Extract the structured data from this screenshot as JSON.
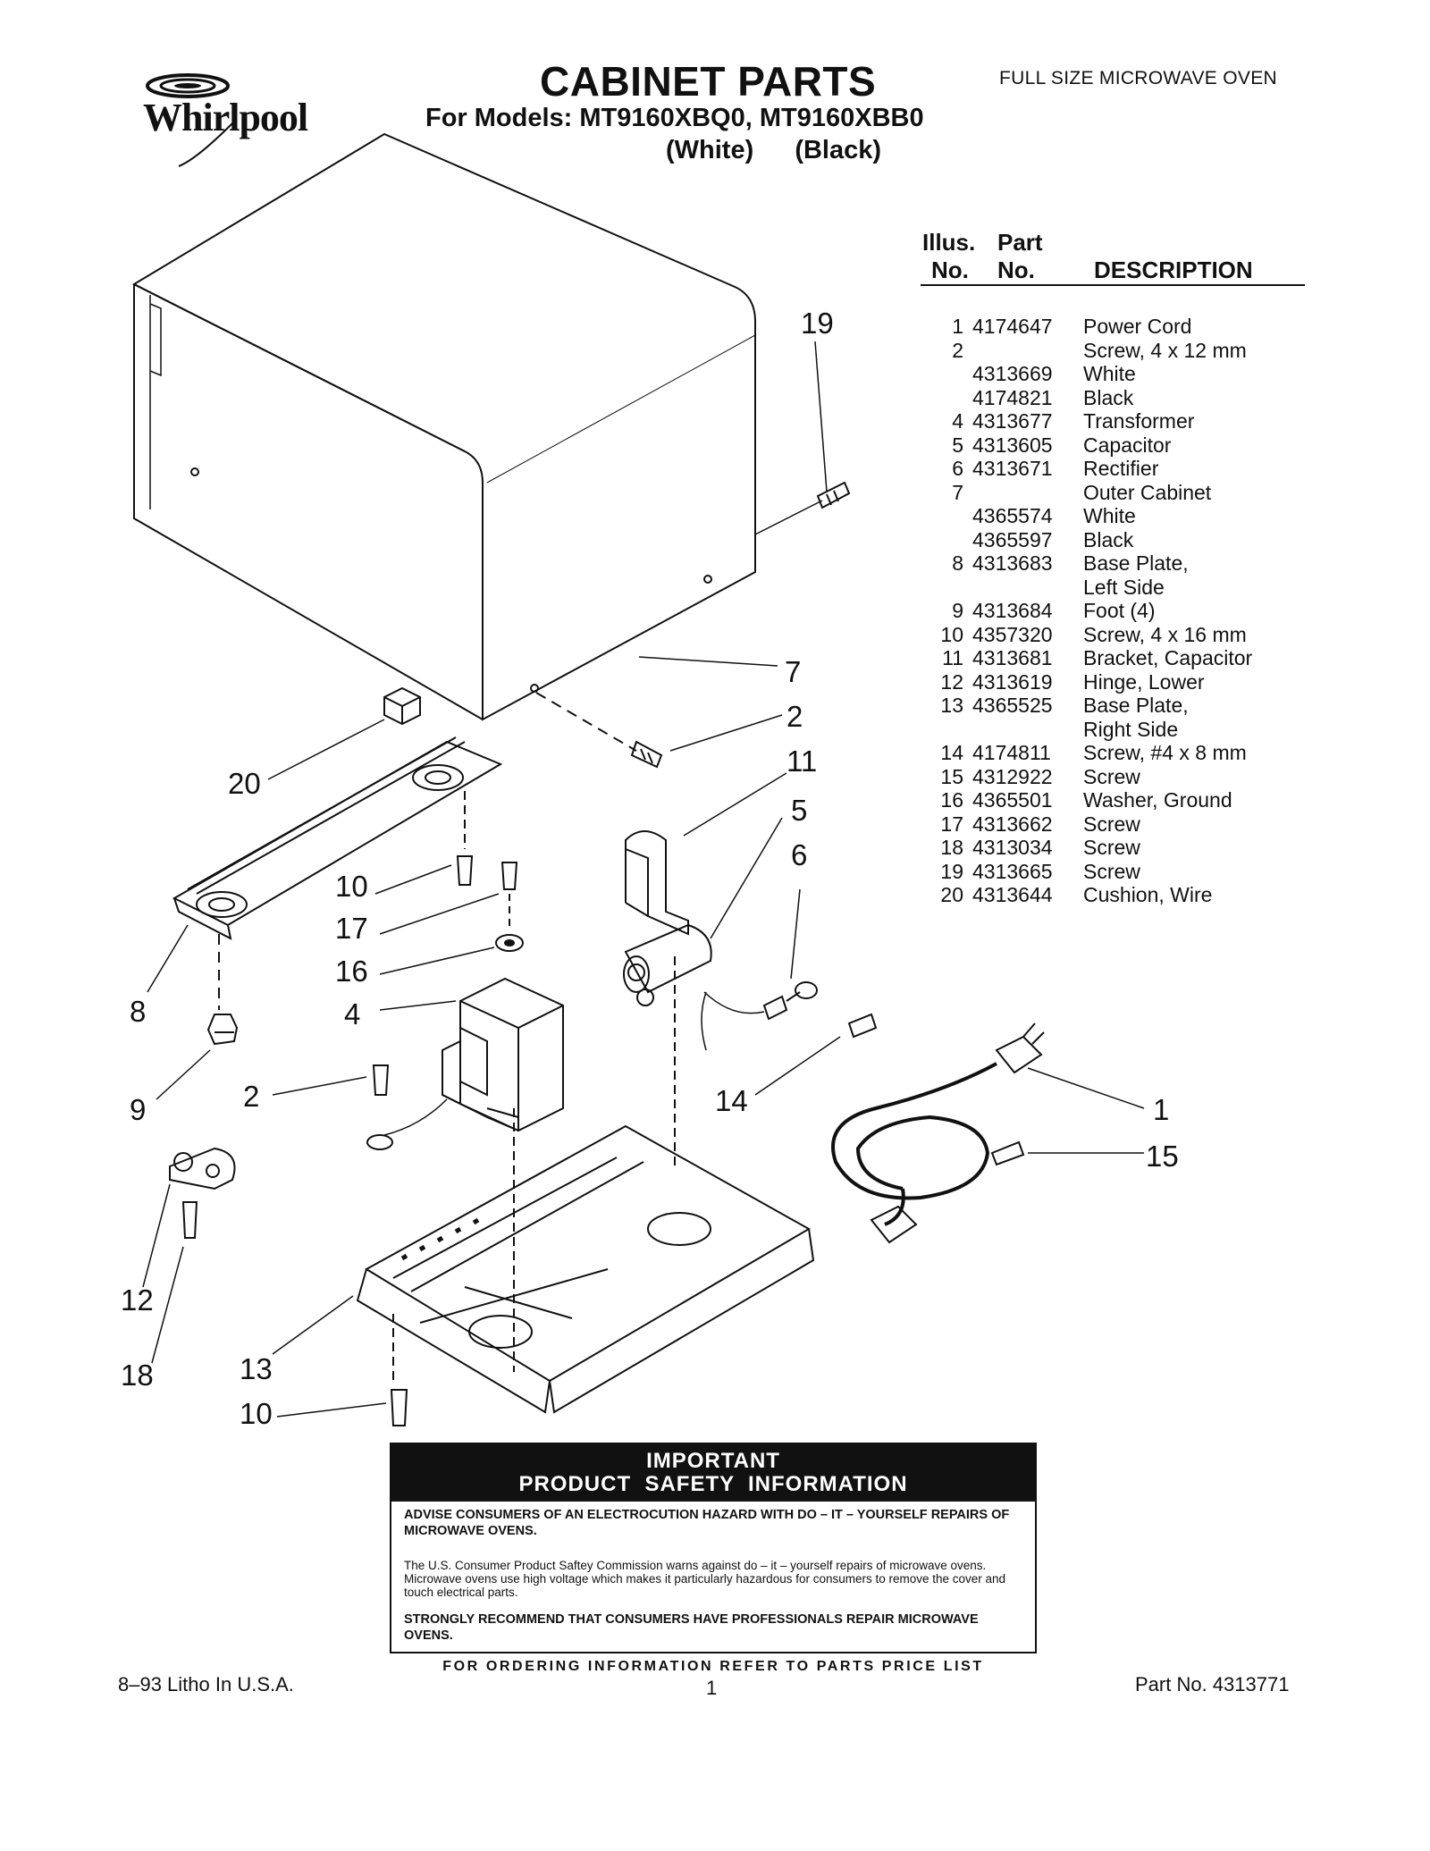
{
  "header": {
    "brand": "Whirlpool",
    "title": "CABINET PARTS",
    "models_line": "For Models: MT9160XBQ0, MT9160XBB0",
    "color_white": "(White)",
    "color_black": "(Black)",
    "doc_type": "FULL SIZE MICROWAVE OVEN"
  },
  "parts_table": {
    "headers": {
      "illus": "Illus.",
      "illus_no": "No.",
      "part": "Part",
      "part_no": "No.",
      "description": "DESCRIPTION"
    },
    "rows": [
      {
        "no": "1",
        "part": "4174647",
        "desc": "Power Cord"
      },
      {
        "no": "2",
        "part": "",
        "desc": "Screw, 4 x 12 mm"
      },
      {
        "no": "",
        "part": "4313669",
        "desc": "White"
      },
      {
        "no": "",
        "part": "4174821",
        "desc": "Black"
      },
      {
        "no": "4",
        "part": "4313677",
        "desc": "Transformer"
      },
      {
        "no": "5",
        "part": "4313605",
        "desc": "Capacitor"
      },
      {
        "no": "6",
        "part": "4313671",
        "desc": "Rectifier"
      },
      {
        "no": "7",
        "part": "",
        "desc": "Outer Cabinet"
      },
      {
        "no": "",
        "part": "4365574",
        "desc": "White"
      },
      {
        "no": "",
        "part": "4365597",
        "desc": "Black"
      },
      {
        "no": "8",
        "part": "4313683",
        "desc": "Base Plate,"
      },
      {
        "no": "",
        "part": "",
        "desc": "Left Side"
      },
      {
        "no": "9",
        "part": "4313684",
        "desc": "Foot (4)"
      },
      {
        "no": "10",
        "part": "4357320",
        "desc": "Screw, 4 x 16 mm"
      },
      {
        "no": "11",
        "part": "4313681",
        "desc": "Bracket, Capacitor"
      },
      {
        "no": "12",
        "part": "4313619",
        "desc": "Hinge, Lower"
      },
      {
        "no": "13",
        "part": "4365525",
        "desc": "Base Plate,"
      },
      {
        "no": "",
        "part": "",
        "desc": "Right Side"
      },
      {
        "no": "14",
        "part": "4174811",
        "desc": "Screw, #4 x 8 mm"
      },
      {
        "no": "15",
        "part": "4312922",
        "desc": "Screw"
      },
      {
        "no": "16",
        "part": "4365501",
        "desc": "Washer, Ground"
      },
      {
        "no": "17",
        "part": "4313662",
        "desc": "Screw"
      },
      {
        "no": "18",
        "part": "4313034",
        "desc": "Screw"
      },
      {
        "no": "19",
        "part": "4313665",
        "desc": "Screw"
      },
      {
        "no": "20",
        "part": "4313644",
        "desc": "Cushion, Wire"
      }
    ]
  },
  "callouts": {
    "c19": "19",
    "c7": "7",
    "c2a": "2",
    "c11": "11",
    "c5": "5",
    "c6": "6",
    "c20": "20",
    "c10a": "10",
    "c17": "17",
    "c16": "16",
    "c4": "4",
    "c8": "8",
    "c9": "9",
    "c2b": "2",
    "c14": "14",
    "c1": "1",
    "c15": "15",
    "c12": "12",
    "c18": "18",
    "c13": "13",
    "c10b": "10"
  },
  "safety": {
    "heading_1": "IMPORTANT",
    "heading_2": "PRODUCT  SAFETY  INFORMATION",
    "advise": "ADVISE CONSUMERS OF AN ELECTROCUTION HAZARD WITH DO – IT – YOURSELF REPAIRS OF MICROWAVE OVENS.",
    "warning": "The U.S. Consumer Product Saftey Commission warns against do – it – yourself repairs of microwave ovens. Microwave ovens use high voltage which makes it particularly hazardous for consumers to remove the cover and touch electrical parts.",
    "recommend": "STRONGLY RECOMMEND THAT CONSUMERS HAVE PROFESSIONALS  REPAIR MICROWAVE  OVENS.",
    "ordering": "FOR ORDERING INFORMATION REFER TO PARTS PRICE LIST"
  },
  "footer": {
    "litho": "8–93 Litho In U.S.A.",
    "page": "1",
    "part_no": "Part No. 4313771"
  }
}
